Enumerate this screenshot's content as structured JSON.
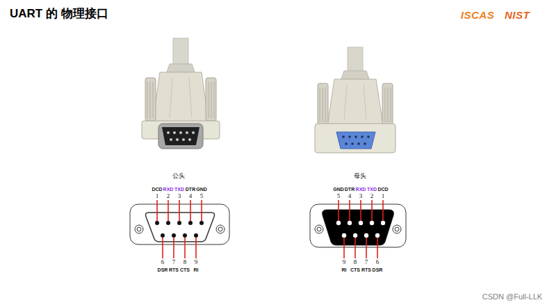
{
  "diagram": {
    "title": "UART 的 物理接口",
    "labels": [
      "ISCAS",
      "NIST",
      "公头",
      "DCD",
      "RXD",
      "TXD",
      "DTR",
      "GND",
      "1",
      "2",
      "3",
      "4",
      "5",
      "6",
      "7",
      "8",
      "9",
      "DSR",
      "RTS",
      "CTS",
      "RI",
      "母头",
      "GND",
      "DTR",
      "RXD",
      "TXD",
      "DCD",
      "5",
      "4",
      "3",
      "2",
      "1",
      "9",
      "8",
      "7",
      "6",
      "RI",
      "CTS",
      "RTS",
      "DSR",
      "CSDN @Full-LLK"
    ]
  }
}
